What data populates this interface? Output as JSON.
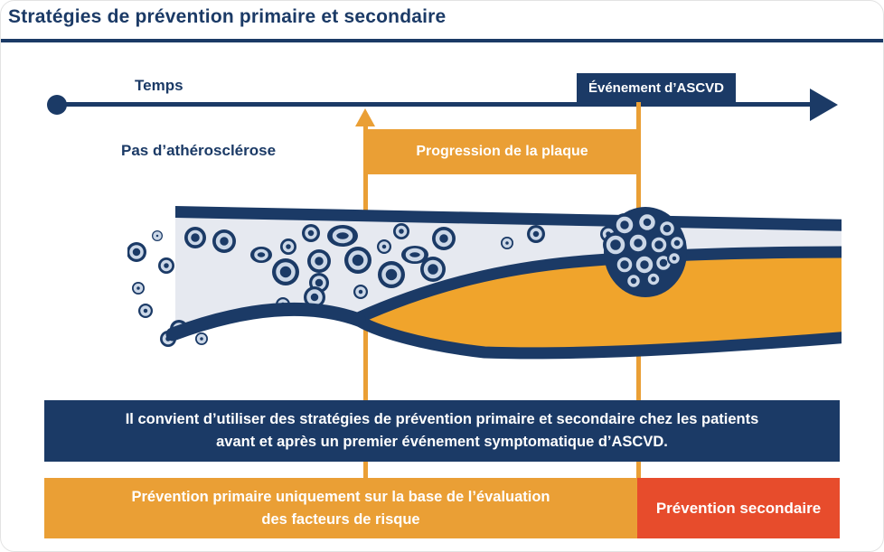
{
  "page": {
    "title": "Stratégies de prévention primaire et secondaire"
  },
  "timeline": {
    "label": "Temps",
    "event_badge": "Événement d’ASCVD"
  },
  "labels": {
    "no_atherosclerosis": "Pas d’athérosclérose",
    "plaque_progression": "Progression de la plaque"
  },
  "banners": {
    "statement_line1": "Il convient d’utiliser des stratégies de prévention primaire et secondaire chez les patients",
    "statement_line2": "avant et après un premier événement symptomatique d’ASCVD.",
    "primary_line1": "Prévention primaire uniquement sur la base de l’évaluation",
    "primary_line2": "des facteurs de risque",
    "secondary": "Prévention secondaire"
  },
  "icons": {
    "timeline_start": "dot",
    "timeline_end": "arrow-right",
    "plaque_start_marker": "arrow-up",
    "artery": "artery-cross-section-with-plaque-and-thrombus"
  },
  "colors": {
    "navy": "#1B3A66",
    "orange": "#EA9F35",
    "plaque_orange": "#F0A42C",
    "red": "#E74C2C",
    "lumen_gray": "#E6E9F0"
  }
}
